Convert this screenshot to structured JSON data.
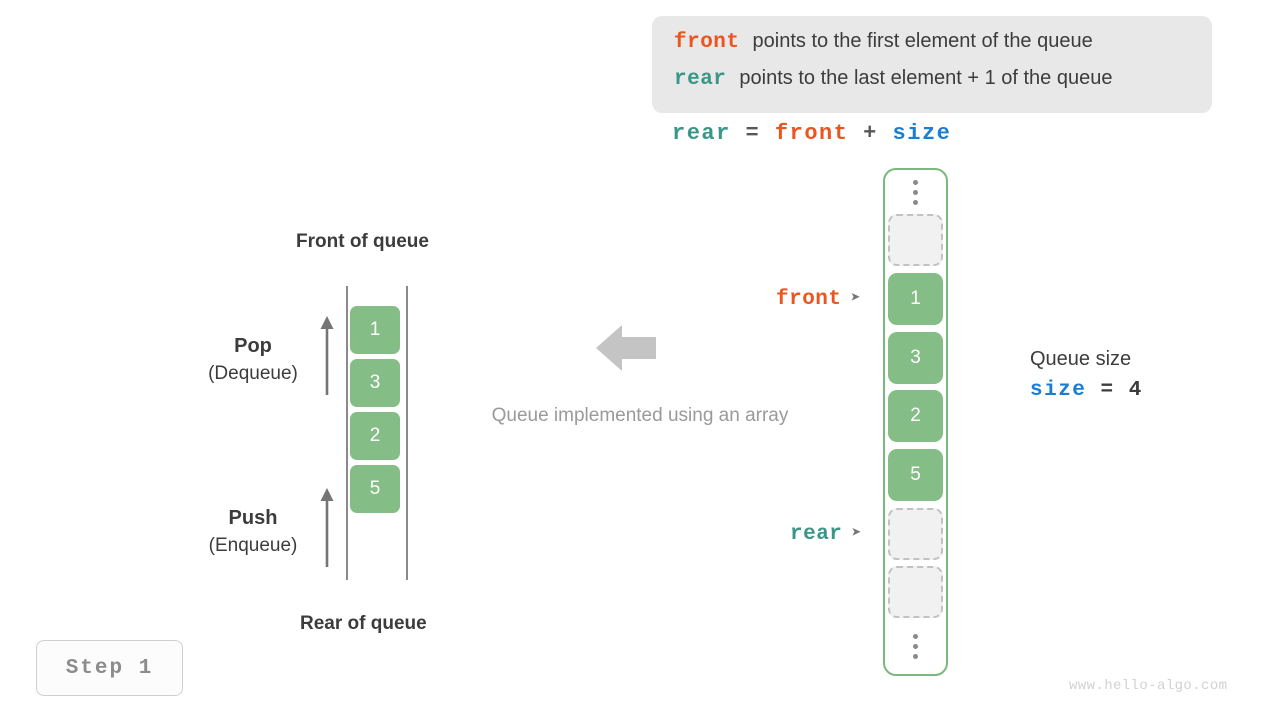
{
  "legend": {
    "lines": [
      {
        "key": "front",
        "key_color": "#ea5520",
        "text": "points to the first element of the queue"
      },
      {
        "key": "rear",
        "key_color": "#3a9788",
        "text": "points to the last element + 1 of the queue"
      }
    ]
  },
  "formula": {
    "lhs": "rear",
    "eq": "=",
    "rhs1": "front",
    "plus": "+",
    "rhs2": "size"
  },
  "left_queue": {
    "title_top": "Front of queue",
    "title_bottom": "Rear of queue",
    "cells": [
      "1",
      "3",
      "2",
      "5"
    ],
    "pop": {
      "main": "Pop",
      "sub": "(Dequeue)"
    },
    "push": {
      "main": "Push",
      "sub": "(Enqueue)"
    }
  },
  "middle": {
    "caption": "Queue implemented using an array",
    "arrow_icon": "arrow-left-icon"
  },
  "array": {
    "dots_top": "vertical-ellipsis-icon",
    "dots_bottom": "vertical-ellipsis-icon",
    "cells": [
      {
        "value": "",
        "state": "empty"
      },
      {
        "value": "1",
        "state": "filled"
      },
      {
        "value": "3",
        "state": "filled"
      },
      {
        "value": "2",
        "state": "filled"
      },
      {
        "value": "5",
        "state": "filled"
      },
      {
        "value": "",
        "state": "empty"
      },
      {
        "value": "",
        "state": "empty"
      }
    ],
    "pointers": {
      "front": {
        "label": "front",
        "arrow": "➤",
        "color": "#ea5520"
      },
      "rear": {
        "label": "rear",
        "arrow": "➤",
        "color": "#3a9788"
      }
    }
  },
  "size_annotation": {
    "caption": "Queue size",
    "key": "size",
    "eq": "=",
    "value": "4"
  },
  "step_badge": {
    "label": "Step 1"
  },
  "watermark": {
    "text": "www.hello-algo.com"
  },
  "colors": {
    "green_cell": "#84be86",
    "green_border": "#7ab87e",
    "orange": "#ea5520",
    "teal": "#3a9788",
    "blue": "#1a7fd4",
    "legend_bg": "#e8e8e8",
    "empty_cell": "#f1f1f1",
    "gray_text": "#9a9a9a"
  }
}
